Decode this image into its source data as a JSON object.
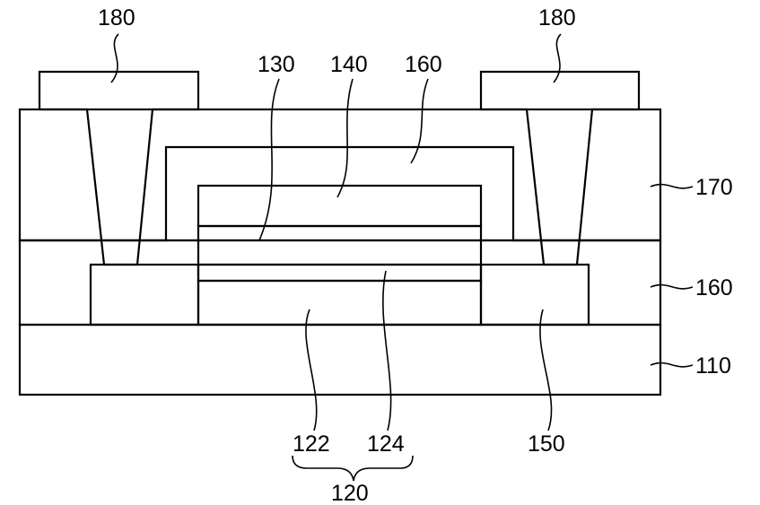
{
  "labels": {
    "l180_left": "180",
    "l180_right": "180",
    "l130": "130",
    "l140": "140",
    "l160_top": "160",
    "l170": "170",
    "l160_right": "160",
    "l110": "110",
    "l122": "122",
    "l124": "124",
    "l150": "150",
    "l120": "120"
  },
  "colors": {
    "line": "#000000",
    "background": "#ffffff"
  }
}
